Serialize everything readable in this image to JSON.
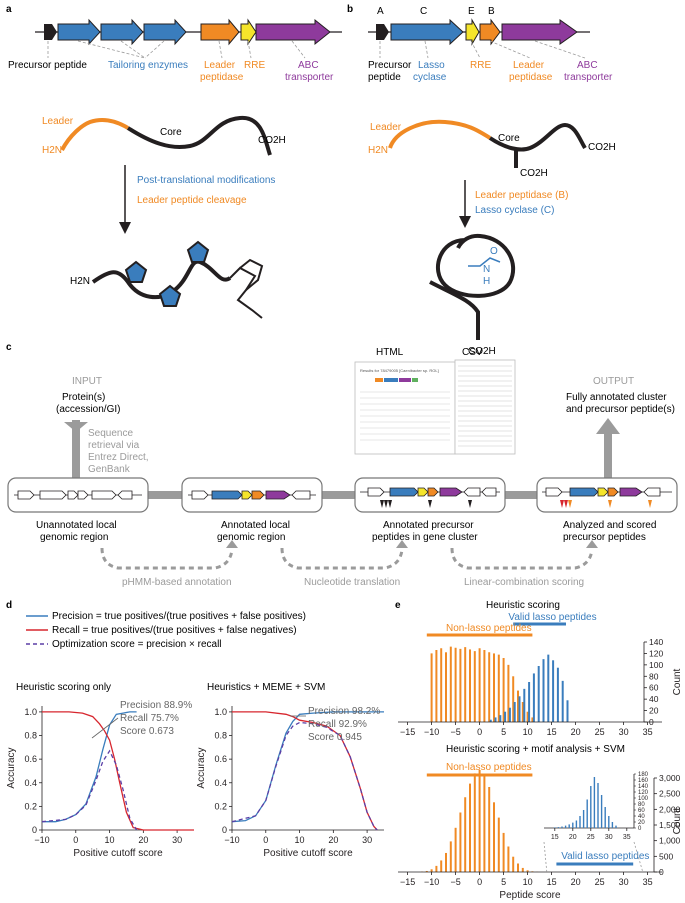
{
  "colors": {
    "black": "#231f20",
    "blue": "#3a7dbd",
    "orange": "#f08a24",
    "yellow": "#f5e52b",
    "purple": "#8e3a9c",
    "red": "#d7262e",
    "gray": "#9b9b9b",
    "lightgray": "#bdbdbd"
  },
  "panel_a": {
    "label": "a",
    "genes": [
      "Precursor peptide",
      "Tailoring enzymes",
      "Leader peptidase",
      "RRE",
      "ABC transporter"
    ],
    "gene_label_lines": {
      "leader": [
        "Leader",
        "peptidase"
      ],
      "abc": [
        "ABC",
        "transporter"
      ]
    },
    "peptide": {
      "leader": "Leader",
      "core": "Core",
      "n_term": "H2N",
      "c_term": "CO2H"
    },
    "steps": [
      "Post-translational modifications",
      "Leader peptide cleavage"
    ],
    "product_n_term": "H2N"
  },
  "panel_b": {
    "label": "b",
    "gene_letters": [
      "A",
      "C",
      "E",
      "B"
    ],
    "genes": [
      "Precursor peptide",
      "Lasso cyclase",
      "RRE",
      "Leader peptidase",
      "ABC transporter"
    ],
    "gene_label_lines": {
      "precursor": [
        "Precursor",
        "peptide"
      ],
      "lasso": [
        "Lasso",
        "cyclase"
      ],
      "leader": [
        "Leader",
        "peptidase"
      ],
      "abc": [
        "ABC",
        "transporter"
      ]
    },
    "peptide": {
      "leader": "Leader",
      "core": "Core",
      "n_term": "H2N",
      "c_term": "CO2H",
      "c_term2": "CO2H"
    },
    "steps": [
      "Leader peptidase (B)",
      "Lasso cyclase (C)"
    ],
    "product": {
      "c_term": "CO2H",
      "amide_o": "O",
      "amide_n": "N",
      "amide_h": "H"
    }
  },
  "panel_c": {
    "label": "c",
    "input_title": "INPUT",
    "input_lines": [
      "Protein(s)",
      "(accession/GI)"
    ],
    "retrieval_lines": [
      "Sequence",
      "retrieval via",
      "Entrez Direct,",
      "GenBank"
    ],
    "html_label": "HTML",
    "csv_label": "CSV",
    "output_title": "OUTPUT",
    "output_lines": [
      "Fully annotated cluster",
      "and precursor peptide(s)"
    ],
    "stages": [
      [
        "Unannotated local",
        "genomic region"
      ],
      [
        "Annotated local",
        "genomic region"
      ],
      [
        "Annotated precursor",
        "peptides in gene cluster"
      ],
      [
        "Analyzed and scored",
        "precursor peptides"
      ]
    ],
    "transitions": [
      "pHMM-based annotation",
      "Nucleotide translation",
      "Linear-combination scoring"
    ],
    "screenshot_title": "Results for 78479005 [Caenibacter sp. ROL]"
  },
  "panel_d": {
    "label": "d",
    "legend": [
      "Precision = true positives/(true positives + false positives)",
      "Recall = true positives/(true positives + false negatives)",
      "Optimization score = precision × recall"
    ],
    "charts": [
      {
        "title": "Heuristic scoring only",
        "annot": [
          "Precision 88.9%",
          "Recall 75.7%",
          "Score 0.673"
        ]
      },
      {
        "title": "Heuristics + MEME + SVM",
        "annot": [
          "Precision 98.2%",
          "Recall 92.9%",
          "Score 0.945"
        ]
      }
    ],
    "xlabel": "Positive cutoff score",
    "ylabel": "Accuracy",
    "xticks": [
      "−10",
      "0",
      "10",
      "20",
      "30"
    ],
    "yticks": [
      "0",
      "0.2",
      "0.4",
      "0.6",
      "0.8",
      "1.0"
    ]
  },
  "panel_e": {
    "label": "e",
    "top": {
      "title": "Heuristic scoring",
      "valid": "Valid lasso peptides",
      "non": "Non-lasso peptides",
      "yticks": [
        "0",
        "20",
        "40",
        "60",
        "80",
        "100",
        "120",
        "140"
      ],
      "ylabel": "Count"
    },
    "bottom": {
      "title": "Heuristic scoring + motif analysis + SVM",
      "valid": "Valid lasso peptides",
      "non": "Non-lasso peptides",
      "yticks": [
        "0",
        "500",
        "1,000",
        "1,500",
        "2,000",
        "2,500",
        "3,000"
      ],
      "ylabel": "Count",
      "inset_yticks": [
        "0",
        "20",
        "40",
        "60",
        "80",
        "100",
        "120",
        "140",
        "160",
        "180"
      ],
      "inset_xticks": [
        "15",
        "20",
        "25",
        "30",
        "35"
      ]
    },
    "xticks": [
      "−15",
      "−10",
      "−5",
      "0",
      "5",
      "10",
      "15",
      "20",
      "25",
      "30",
      "35"
    ],
    "xlabel": "Peptide score"
  },
  "chart_data": [
    {
      "type": "line",
      "title": "Heuristic scoring only",
      "xlabel": "Positive cutoff score",
      "ylabel": "Accuracy",
      "xlim": [
        -10,
        35
      ],
      "ylim": [
        0,
        1.05
      ],
      "series": [
        {
          "name": "Precision",
          "color": "#3a7dbd",
          "x": [
            -10,
            -6,
            -3,
            0,
            3,
            6,
            8,
            10,
            12,
            14,
            16,
            18
          ],
          "y": [
            0.07,
            0.07,
            0.09,
            0.13,
            0.22,
            0.45,
            0.68,
            0.89,
            0.98,
            0.99,
            1.0,
            1.0
          ]
        },
        {
          "name": "Recall",
          "color": "#d7262e",
          "x": [
            -10,
            -2,
            2,
            5,
            7,
            8.5,
            10,
            11.5,
            13,
            15,
            17,
            20,
            35
          ],
          "y": [
            1.0,
            1.0,
            0.99,
            0.96,
            0.9,
            0.84,
            0.76,
            0.6,
            0.4,
            0.15,
            0.02,
            0.0,
            0.0
          ]
        },
        {
          "name": "Optimization score",
          "color": "#5b3fa6",
          "x": [
            -10,
            -3,
            0,
            3,
            6,
            8,
            10,
            12,
            14,
            16,
            18
          ],
          "y": [
            0.07,
            0.09,
            0.13,
            0.21,
            0.42,
            0.58,
            0.67,
            0.55,
            0.34,
            0.1,
            0.0
          ]
        }
      ]
    },
    {
      "type": "line",
      "title": "Heuristics + MEME + SVM",
      "xlabel": "Positive cutoff score",
      "ylabel": "Accuracy",
      "xlim": [
        -10,
        35
      ],
      "ylim": [
        0,
        1.05
      ],
      "series": [
        {
          "name": "Precision",
          "color": "#3a7dbd",
          "x": [
            -10,
            -6,
            -3,
            0,
            3,
            6,
            8,
            10,
            14,
            20,
            35
          ],
          "y": [
            0.07,
            0.08,
            0.12,
            0.25,
            0.55,
            0.82,
            0.92,
            0.98,
            0.99,
            1.0,
            1.0
          ]
        },
        {
          "name": "Recall",
          "color": "#d7262e",
          "x": [
            -10,
            0,
            6,
            8,
            10,
            14,
            18,
            22,
            25,
            28,
            30,
            32,
            33
          ],
          "y": [
            1.0,
            1.0,
            0.98,
            0.96,
            0.93,
            0.91,
            0.88,
            0.8,
            0.62,
            0.35,
            0.15,
            0.03,
            0.0
          ]
        },
        {
          "name": "Optimization score",
          "color": "#5b3fa6",
          "x": [
            -10,
            -3,
            0,
            3,
            6,
            8,
            10,
            14,
            18,
            22,
            25,
            28,
            30,
            32,
            33
          ],
          "y": [
            0.07,
            0.12,
            0.25,
            0.54,
            0.8,
            0.88,
            0.91,
            0.9,
            0.87,
            0.8,
            0.62,
            0.35,
            0.15,
            0.03,
            0.0
          ]
        }
      ]
    },
    {
      "type": "bar",
      "title": "Heuristic scoring",
      "xlabel": "Peptide score",
      "ylabel": "Count",
      "ylim": [
        0,
        140
      ],
      "series": [
        {
          "name": "Non-lasso peptides",
          "color": "#f08a24",
          "x": [
            -10,
            -9,
            -8,
            -7,
            -6,
            -5,
            -4,
            -3,
            -2,
            -1,
            0,
            1,
            2,
            3,
            4,
            5,
            6,
            7,
            8,
            9,
            10,
            11
          ],
          "y": [
            120,
            126,
            129,
            122,
            132,
            130,
            128,
            131,
            127,
            124,
            129,
            126,
            122,
            120,
            118,
            112,
            100,
            80,
            55,
            35,
            18,
            8
          ]
        },
        {
          "name": "Valid lasso peptides",
          "color": "#3a7dbd",
          "x": [
            2,
            3,
            4,
            5,
            6,
            7,
            8,
            9,
            10,
            11,
            12,
            13,
            14,
            15,
            16,
            17,
            18
          ],
          "y": [
            4,
            8,
            12,
            18,
            25,
            35,
            45,
            58,
            70,
            85,
            98,
            110,
            118,
            108,
            95,
            72,
            38
          ]
        }
      ]
    },
    {
      "type": "bar",
      "title": "Heuristic scoring + motif analysis + SVM",
      "xlabel": "Peptide score",
      "ylabel": "Count",
      "ylim": [
        0,
        3000
      ],
      "series": [
        {
          "name": "Non-lasso peptides",
          "color": "#f08a24",
          "x": [
            -12,
            -11,
            -10,
            -9,
            -8,
            -7,
            -6,
            -5,
            -4,
            -3,
            -2,
            -1,
            0,
            1,
            2,
            3,
            4,
            5,
            6,
            7,
            8,
            9,
            10,
            11,
            12
          ],
          "y": [
            10,
            30,
            80,
            180,
            340,
            560,
            900,
            1300,
            1750,
            2200,
            2600,
            2900,
            3000,
            2850,
            2500,
            2050,
            1600,
            1150,
            750,
            450,
            250,
            120,
            50,
            20,
            5
          ]
        },
        {
          "name": "Valid lasso peptides",
          "color": "#3a7dbd",
          "x": [
            15,
            16,
            17,
            18,
            19,
            20,
            21,
            22,
            23,
            24,
            25,
            26,
            27,
            28,
            29,
            30,
            31,
            32
          ],
          "y": [
            2,
            3,
            5,
            8,
            12,
            18,
            25,
            40,
            60,
            95,
            140,
            170,
            150,
            110,
            70,
            40,
            20,
            8
          ]
        }
      ]
    }
  ]
}
